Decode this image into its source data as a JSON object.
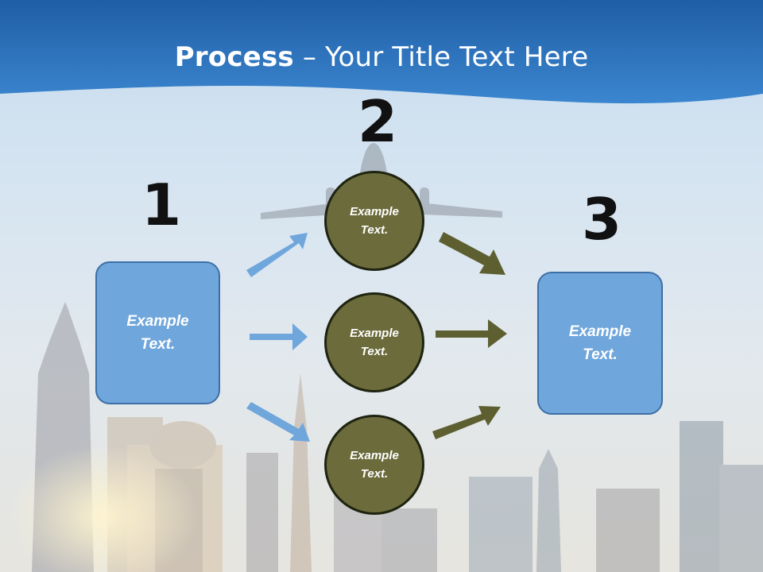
{
  "title": {
    "bold": "Process",
    "rest": " – Your Title Text Here"
  },
  "steps": {
    "n1": "1",
    "n2": "2",
    "n3": "3"
  },
  "boxes": {
    "left": "Example\nText.",
    "right": "Example\nText."
  },
  "circles": {
    "top": "Example\nText.",
    "middle": "Example\nText.",
    "bottom": "Example\nText."
  },
  "colors": {
    "header_blue": "#2d6fb8",
    "box_fill": "#6fa6dc",
    "circle_fill": "#6b6b3c",
    "arrow_blue": "#6fa6dc",
    "arrow_olive": "#5d5f31"
  }
}
